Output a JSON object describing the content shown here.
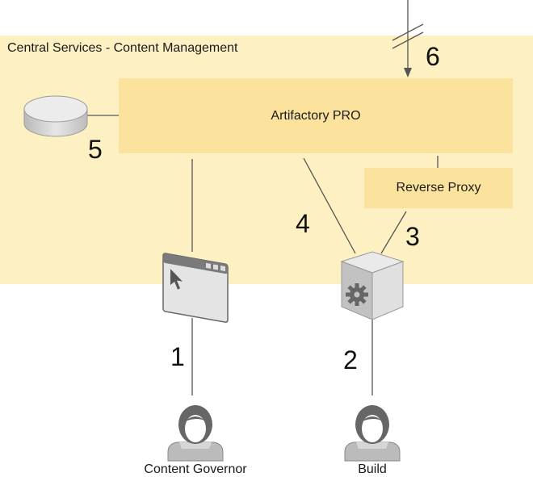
{
  "zone": {
    "title": "Central Services - Content Management"
  },
  "nodes": {
    "artifactory": "Artifactory PRO",
    "reverse_proxy": "Reverse Proxy"
  },
  "markers": {
    "m1": "1",
    "m2": "2",
    "m3": "3",
    "m4": "4",
    "m5": "5",
    "m6": "6"
  },
  "actors": {
    "content_governor": "Content Governor",
    "build": "Build"
  }
}
